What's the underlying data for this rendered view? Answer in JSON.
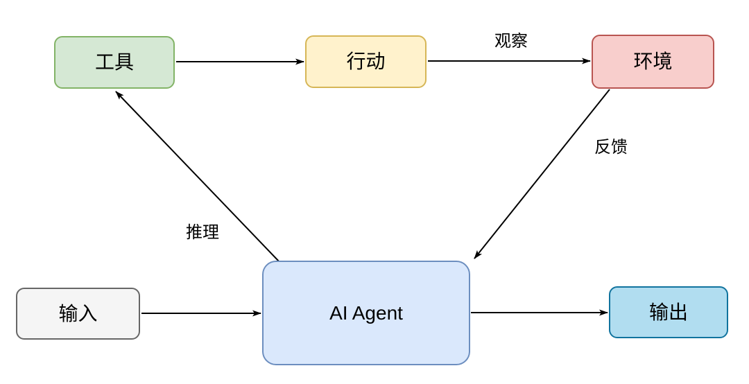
{
  "diagram": {
    "background": "#ffffff",
    "edge_color": "#000000",
    "text_color": "#000000",
    "nodes": [
      {
        "id": "tools",
        "label": "工具",
        "fill": "#d5e8d4",
        "stroke": "#82b366"
      },
      {
        "id": "action",
        "label": "行动",
        "fill": "#fff2cc",
        "stroke": "#d6b656"
      },
      {
        "id": "environment",
        "label": "环境",
        "fill": "#f8cecc",
        "stroke": "#b85450"
      },
      {
        "id": "ai-agent",
        "label": "AI Agent",
        "fill": "#dae8fc",
        "stroke": "#6c8ebf"
      },
      {
        "id": "input",
        "label": "输入",
        "fill": "#f5f5f5",
        "stroke": "#666666"
      },
      {
        "id": "output",
        "label": "输出",
        "fill": "#b1ddf0",
        "stroke": "#10739e"
      }
    ],
    "edges": [
      {
        "from": "tools",
        "to": "action",
        "label": ""
      },
      {
        "from": "action",
        "to": "environment",
        "label": "观察"
      },
      {
        "from": "environment",
        "to": "ai-agent",
        "label": "反馈"
      },
      {
        "from": "ai-agent",
        "to": "tools",
        "label": "推理"
      },
      {
        "from": "input",
        "to": "ai-agent",
        "label": ""
      },
      {
        "from": "ai-agent",
        "to": "output",
        "label": ""
      }
    ]
  }
}
